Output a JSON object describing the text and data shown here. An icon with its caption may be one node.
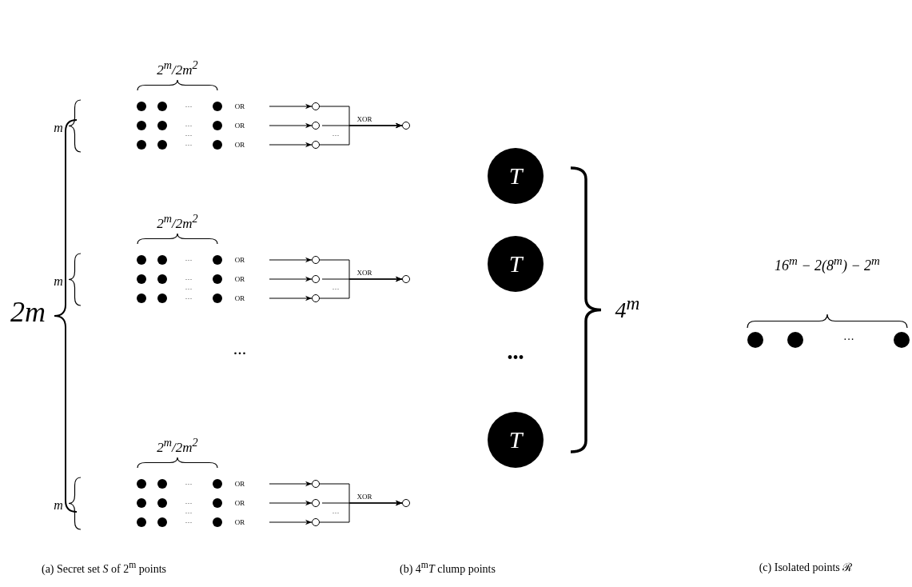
{
  "diagram": {
    "nodes": [
      {
        "text": [
          "OR"
        ]
      },
      {
        "text": [],
        "shape": "circle"
      },
      {
        "text": [
          "OR"
        ]
      },
      {
        "text": [],
        "shape": "circle"
      },
      {
        "text": [
          "OR"
        ]
      },
      {
        "text": [],
        "shape": "circle"
      },
      {
        "text": [],
        "shape": "circle"
      },
      {
        "text": [
          "OR"
        ]
      },
      {
        "text": [],
        "shape": "circle"
      },
      {
        "text": [
          "OR"
        ]
      },
      {
        "text": [],
        "shape": "circle"
      },
      {
        "text": [
          "OR"
        ]
      },
      {
        "text": [],
        "shape": "circle"
      },
      {
        "text": [],
        "shape": "circle"
      },
      {
        "text": [
          "OR"
        ]
      },
      {
        "text": [],
        "shape": "circle"
      },
      {
        "text": [
          "OR"
        ]
      },
      {
        "text": [],
        "shape": "circle"
      },
      {
        "text": [
          "OR"
        ]
      },
      {
        "text": [],
        "shape": "circle"
      },
      {
        "text": [],
        "shape": "circle"
      },
      {
        "text": [
          "T"
        ]
      },
      {
        "text": [
          "T"
        ]
      },
      {
        "text": [
          "T"
        ]
      }
    ],
    "edges": [
      {
        "from": 0,
        "to": 1,
        "arrow": "to"
      },
      {
        "from": 2,
        "to": 3,
        "arrow": "to"
      },
      {
        "from": 4,
        "to": 5,
        "arrow": "to"
      },
      {
        "from": 1,
        "to": 6,
        "arrow": "to"
      },
      {
        "from": 3,
        "to": 6,
        "arrow": "to",
        "label": "XOR"
      },
      {
        "from": 5,
        "to": 6,
        "arrow": "to"
      },
      {
        "from": 7,
        "to": 8,
        "arrow": "to"
      },
      {
        "from": 9,
        "to": 10,
        "arrow": "to"
      },
      {
        "from": 11,
        "to": 12,
        "arrow": "to"
      },
      {
        "from": 8,
        "to": 13,
        "arrow": "to"
      },
      {
        "from": 10,
        "to": 13,
        "arrow": "to",
        "label": "XOR"
      },
      {
        "from": 12,
        "to": 13,
        "arrow": "to"
      },
      {
        "from": 14,
        "to": 15,
        "arrow": "to"
      },
      {
        "from": 16,
        "to": 17,
        "arrow": "to"
      },
      {
        "from": 18,
        "to": 19,
        "arrow": "to"
      },
      {
        "from": 15,
        "to": 20,
        "arrow": "to"
      },
      {
        "from": 17,
        "to": 20,
        "arrow": "to",
        "label": "XOR"
      },
      {
        "from": 19,
        "to": 20,
        "arrow": "to"
      }
    ],
    "labels": [
      "2m",
      "2$^{m}$/2m$^{2}$",
      "m",
      "···",
      "···",
      "···",
      "···",
      "···",
      "2$^{m}$/2m$^{2}$",
      "m",
      "···",
      "···",
      "···",
      "···",
      "···",
      "2$^{m}$/2m$^{2}$",
      "m",
      "···",
      "···",
      "···",
      "···",
      "···",
      "...",
      "•••",
      "4$^{m}$",
      "16$^{m}$ − 2(8$^{m}$) − 2$^{m}$",
      "···",
      "(a) Secret set *S* of 2$^{m}$ points",
      "(b) 4$^{m}$*T* clump points",
      "(c) Isolated points ℛ"
    ]
  }
}
